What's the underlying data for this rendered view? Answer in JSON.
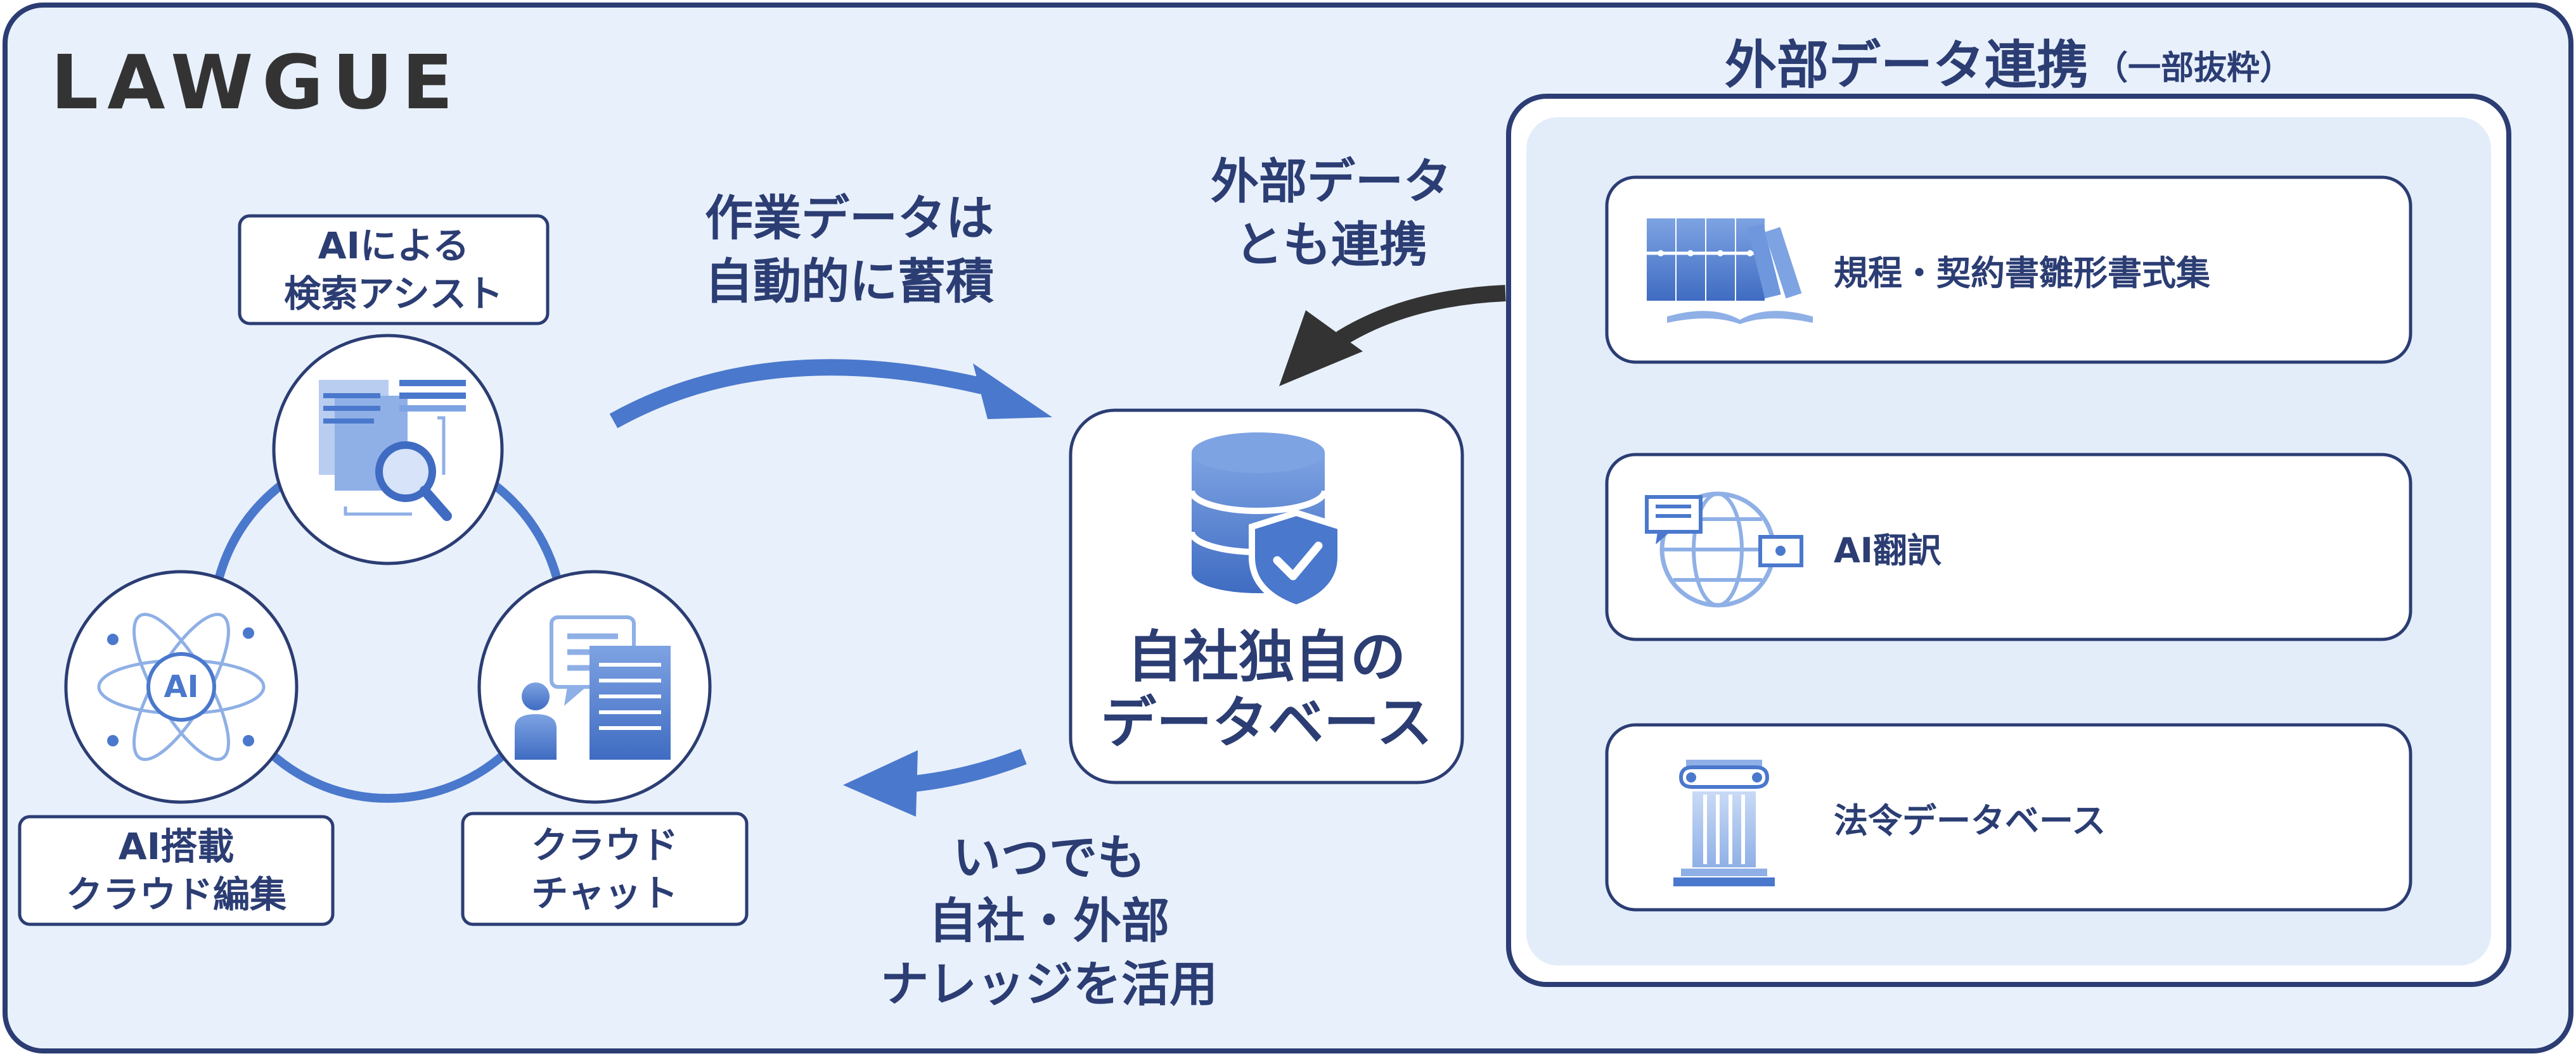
{
  "colors": {
    "navy": "#2b3d73",
    "blue": "#4a78cc",
    "light_blue": "#a9c3ee",
    "page_bg": "#e8f0fb",
    "panel_bg": "#e3edfa",
    "white": "#ffffff",
    "arrow_dark": "#333333"
  },
  "brand": {
    "logo_text": "LAWGUE"
  },
  "left_cycle": {
    "search_assist": {
      "label_lines": [
        "AIによる",
        "検索アシスト"
      ],
      "icon": "document-search-icon"
    },
    "ai_editing": {
      "label_lines": [
        "AI搭載",
        "クラウド編集"
      ],
      "icon": "ai-atom-icon",
      "icon_text": "AI"
    },
    "cloud_chat": {
      "label_lines": [
        "クラウド",
        "チャット"
      ],
      "icon": "chat-document-icon"
    }
  },
  "arrows": {
    "top": {
      "label_lines": [
        "作業データは",
        "自動的に蓄積"
      ]
    },
    "bottom": {
      "label_lines": [
        "いつでも",
        "自社・外部",
        "ナレッジを活用"
      ]
    },
    "external": {
      "label_lines": [
        "外部データ",
        "とも連携"
      ]
    }
  },
  "center_db": {
    "label_lines": [
      "自社独自の",
      "データベース"
    ],
    "icon": "database-shield-icon"
  },
  "external_panel": {
    "title": "外部データ連携",
    "title_note": "（一部抜粋）",
    "items": [
      {
        "label": "規程・契約書雛形書式集",
        "icon": "books-icon"
      },
      {
        "label": "AI翻訳",
        "icon": "globe-translate-icon"
      },
      {
        "label": "法令データベース",
        "icon": "pillar-icon"
      }
    ]
  }
}
